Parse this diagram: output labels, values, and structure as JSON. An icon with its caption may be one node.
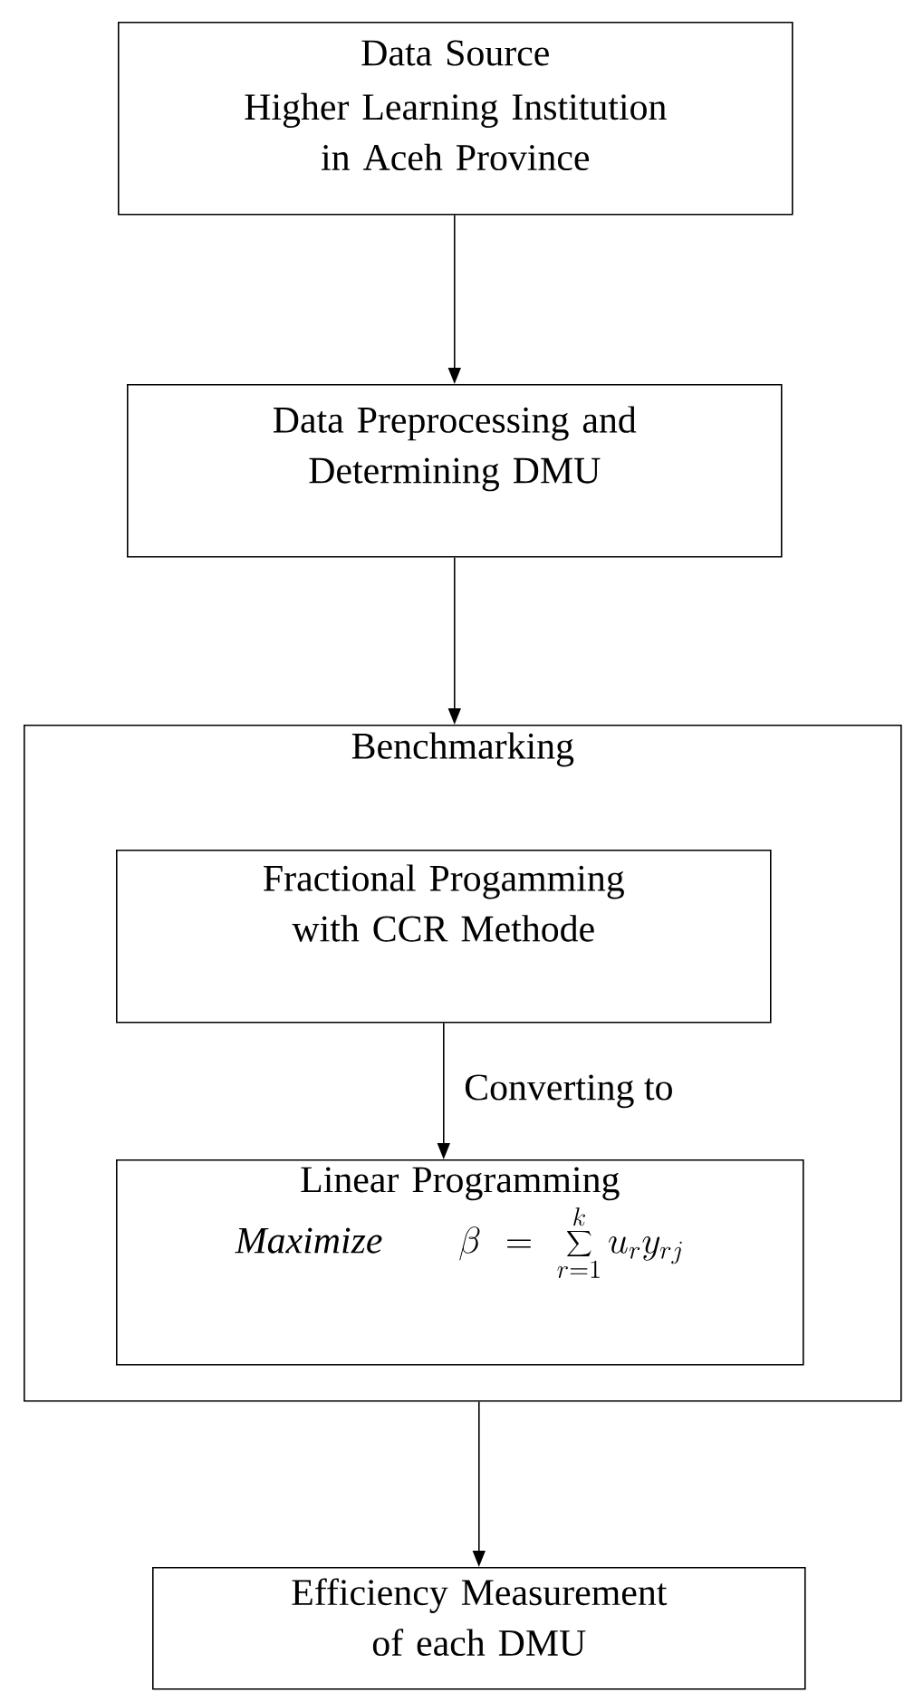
{
  "diagram": {
    "nodes": [
      {
        "text": [
          "Data Source",
          "Higher Learning Institution in Aceh Province"
        ]
      },
      {
        "text": [
          "Data Preprocessing and Determining DMU"
        ]
      },
      {
        "text": [
          "Benchmarking"
        ]
      },
      {
        "text": [
          "Fractional Progamming with CCR Methode"
        ],
        "in": 2
      },
      {
        "text": [
          "Linear Programming",
          "Maximize",
          "\\beta = \\sum_{r=1}^{k} u_r y_{rj}"
        ],
        "in": 2
      },
      {
        "text": [
          "Efficiency Measurement of each DMU"
        ]
      }
    ],
    "edges": [
      {
        "from": 0,
        "to": 1,
        "arrow": "to"
      },
      {
        "from": 1,
        "to": 2,
        "arrow": "to"
      },
      {
        "from": 3,
        "to": 4,
        "arrow": "to",
        "label": "Converting to"
      },
      {
        "from": 2,
        "to": 5,
        "arrow": "to"
      }
    ]
  }
}
